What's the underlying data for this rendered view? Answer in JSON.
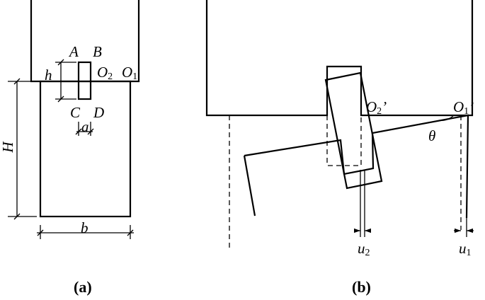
{
  "panel_a": {
    "caption": "(a)",
    "labels": {
      "A": "A",
      "B": "B",
      "C": "C",
      "D": "D",
      "h": "h",
      "H": "H",
      "a": "a",
      "b": "b",
      "O2_main": "O",
      "O2_sub": "2",
      "O1_main": "O",
      "O1_sub": "1"
    }
  },
  "panel_b": {
    "caption": "(b)",
    "labels": {
      "O2p_main": "O",
      "O2p_sub": "2",
      "O2p_prime": "’",
      "O1p_main": "O",
      "O1p_sub": "1",
      "O1p_prime": "’",
      "theta": "θ",
      "u2_main": "u",
      "u2_sub": "2",
      "u1_main": "u",
      "u1_sub": "1"
    }
  }
}
